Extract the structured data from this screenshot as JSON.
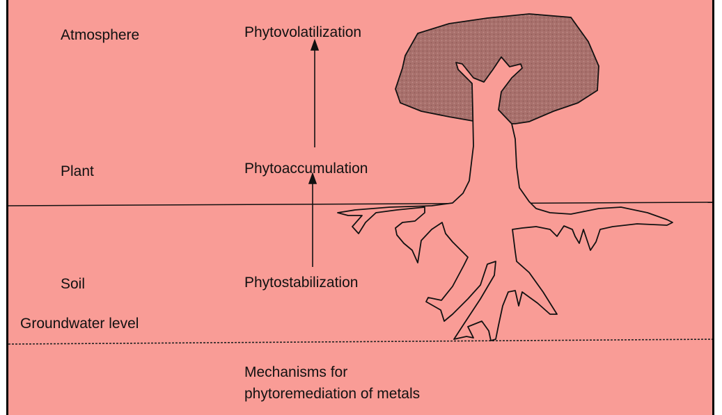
{
  "zones": {
    "atmosphere": "Atmosphere",
    "plant": "Plant",
    "soil": "Soil",
    "groundwater": "Groundwater level"
  },
  "mechanisms": {
    "volatilization": "Phytovolatilization",
    "accumulation": "Phytoaccumulation",
    "stabilization": "Phytostabilization"
  },
  "caption": {
    "line1": "Mechanisms for",
    "line2": "phytoremediation of metals"
  },
  "colors": {
    "background": "#f99c96",
    "canopy": "#a8706c",
    "line": "#111111"
  }
}
